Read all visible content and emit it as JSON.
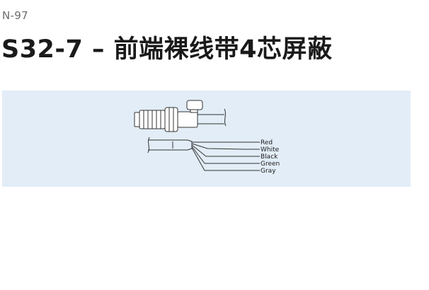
{
  "header": {
    "page_code": "N-97",
    "title": "S32-7 – 前端裸线带4芯屏蔽"
  },
  "figure": {
    "wires": [
      {
        "label": "Red"
      },
      {
        "label": "White"
      },
      {
        "label": "Black"
      },
      {
        "label": "Green"
      },
      {
        "label": "Gray"
      }
    ],
    "colors": {
      "panel_background": "#e2edf7",
      "line": "#333333",
      "connector_fill": "#ffffff"
    }
  }
}
